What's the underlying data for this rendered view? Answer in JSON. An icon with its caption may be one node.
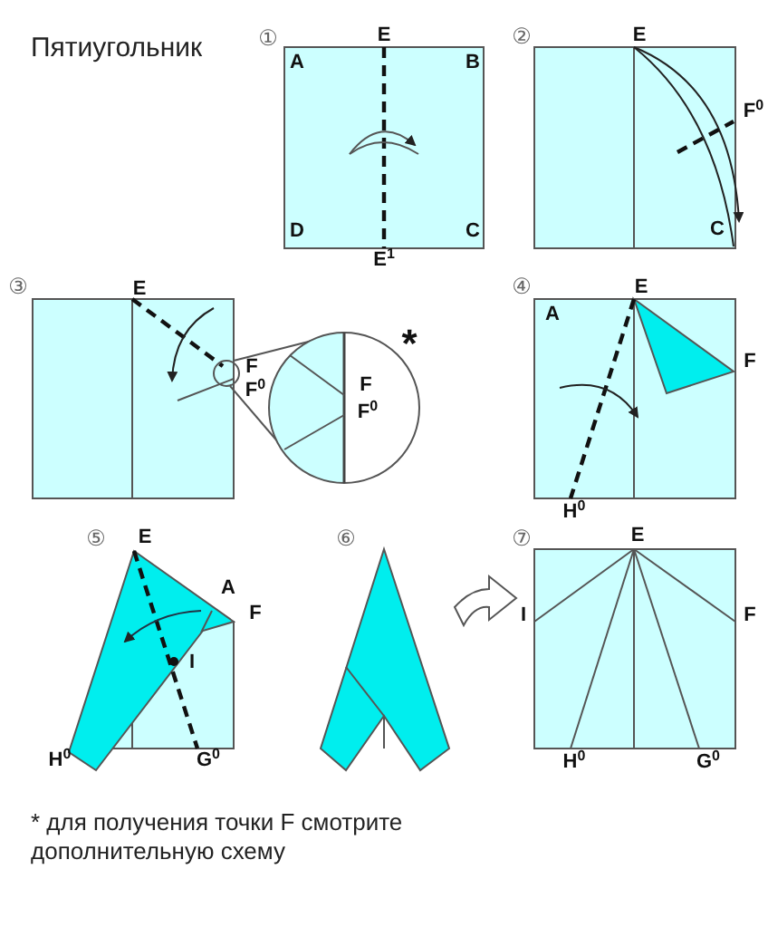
{
  "diagram": {
    "title": "Пятиугольник",
    "labels": [
      "①",
      "E",
      "A",
      "B",
      "D",
      "C",
      "E$^{1}$",
      "②",
      "E",
      "F$^{0}$",
      "C",
      "③",
      "E",
      "F",
      "F$^{0}$",
      "*",
      "F",
      "F$^{0}$",
      "④",
      "E",
      "A",
      "F",
      "H$^{0}$",
      "⑤",
      "E",
      "A",
      "F",
      "I",
      "H$^{0}$",
      "G$^{0}$",
      "⑥",
      "⑦",
      "E",
      "I",
      "F",
      "H$^{0}$",
      "G$^{0}$",
      "* для получения точки F смотрите дополнительную схему"
    ]
  }
}
